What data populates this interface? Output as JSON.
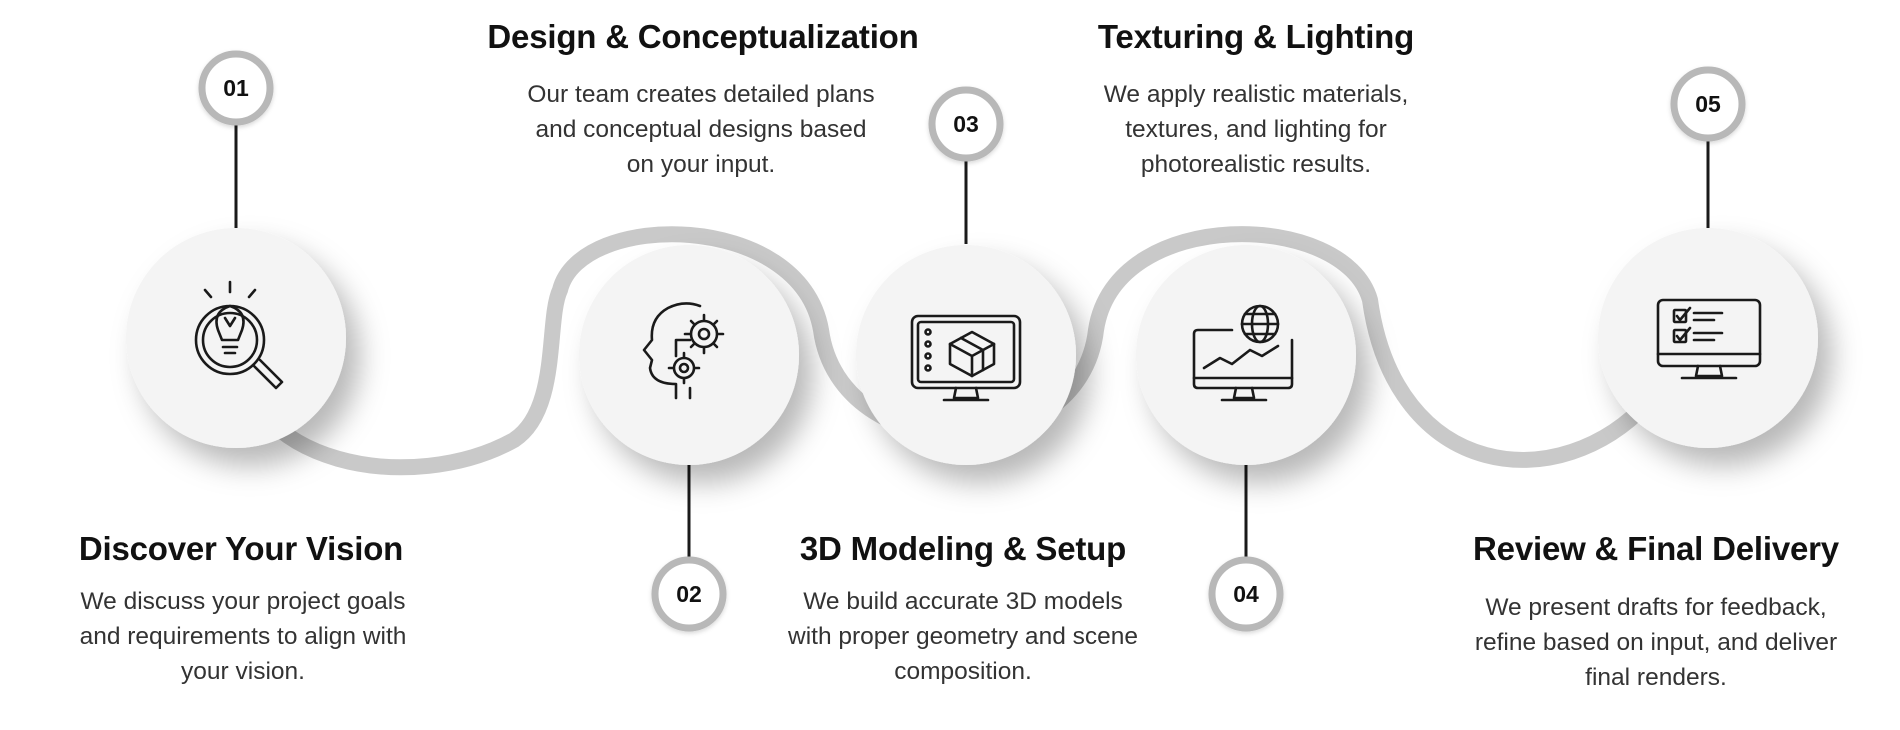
{
  "steps": [
    {
      "number": "01",
      "title": "Discover Your Vision",
      "description": "We discuss your project goals and requirements to align with your vision.",
      "icon": "lightbulb-magnifier-icon"
    },
    {
      "number": "02",
      "title": "Design & Conceptualization",
      "description": "Our team creates detailed plans and conceptual designs based on your input.",
      "icon": "head-gears-icon"
    },
    {
      "number": "03",
      "title": "3D Modeling & Setup",
      "description": "We build accurate 3D models with proper geometry and scene composition.",
      "icon": "monitor-3d-cube-icon"
    },
    {
      "number": "04",
      "title": "Texturing & Lighting",
      "description": "We apply realistic materials, textures, and lighting for photorealistic results.",
      "icon": "monitor-globe-chart-icon"
    },
    {
      "number": "05",
      "title": "Review & Final Delivery",
      "description": "We present drafts for feedback, refine based on input, and deliver final renders.",
      "icon": "monitor-checklist-icon"
    }
  ],
  "colors": {
    "track": "#c9c9c9",
    "circle_fill": "#f4f4f4",
    "badge_ring": "#b8b8b8",
    "connector": "#1a1a1a",
    "text_primary": "#111111",
    "text_secondary": "#333333"
  }
}
